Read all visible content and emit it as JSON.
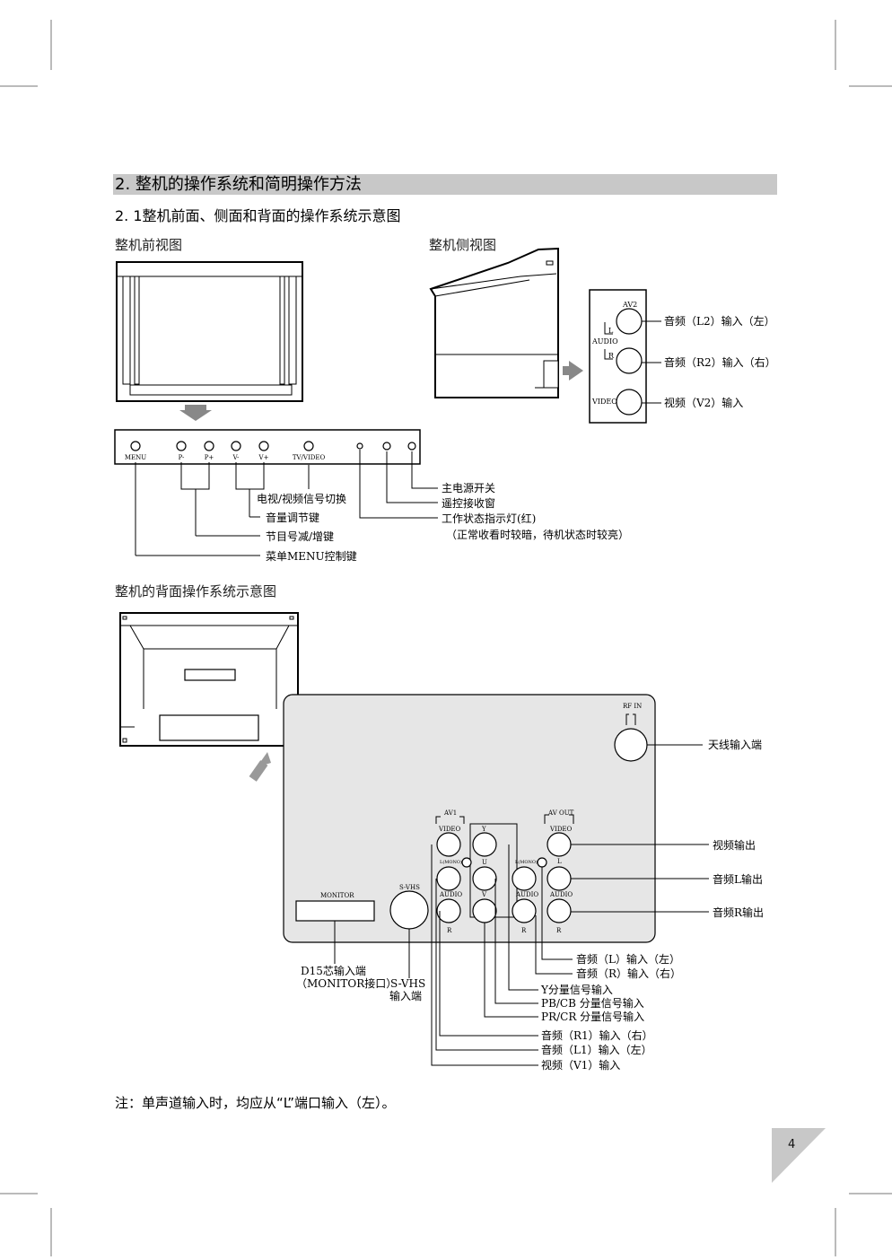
{
  "section": {
    "title": "2. 整机的操作系统和简明操作方法"
  },
  "subsection": {
    "title": "2. 1整机前面、侧面和背面的操作系统示意图"
  },
  "front_view": {
    "label": "整机前视图",
    "buttons": [
      "MENU",
      "P-",
      "P+",
      "V-",
      "V+",
      "TV/VIDEO"
    ],
    "callouts": {
      "tv_video": "电视/视频信号切换",
      "volume": "音量调节键",
      "program": "节目号减/增键",
      "menu": "菜单MENU控制键",
      "power": "主电源开关",
      "remote": "遥控接收窗",
      "indicator": "工作状态指示灯(红)",
      "indicator_note": "（正常收看时较暗，待机状态时较亮）"
    }
  },
  "side_view": {
    "label": "整机侧视图",
    "panel": {
      "av2": "AV2",
      "l": "L",
      "audio": "AUDIO",
      "r": "R",
      "video": "VIDEO"
    },
    "callouts": {
      "audio_l2": "音频（L2）输入（左）",
      "audio_r2": "音频（R2）输入（右）",
      "video_v2": "视频（V2）输入"
    }
  },
  "back_view": {
    "label": "整机的背面操作系统示意图",
    "panel": {
      "rf_in": "RF  IN",
      "av1": "AV1",
      "video": "VIDEO",
      "l_mono": "L(MONO)",
      "audio": "AUDIO",
      "r": "R",
      "y": "Y",
      "u": "U",
      "v": "V",
      "av_out": "AV OUT",
      "l": "L",
      "svhs": "S-VHS",
      "monitor": "MONITOR"
    },
    "callouts": {
      "antenna": "天线输入端",
      "video_out": "视频输出",
      "audio_l_out": "音频L输出",
      "audio_r_out": "音频R输出",
      "audio_l_in": "音频（L）输入（左）",
      "audio_r_in": "音频（R）输入（右）",
      "y_in": "Y分量信号输入",
      "pb_in": "PB/CB 分量信号输入",
      "pr_in": "PR/CR 分量信号输入",
      "audio_r1": "音频（R1）输入（右）",
      "audio_l1": "音频（L1）输入（左）",
      "video_v1": "视频（V1）输入",
      "d15_line1": "D15芯输入端",
      "d15_line2": "（MONITOR接口）",
      "svhs_line1": "S-VHS",
      "svhs_line2": "输入端"
    }
  },
  "note": "注：单声道输入时，均应从“L”端口输入（左）。",
  "page_number": "4"
}
